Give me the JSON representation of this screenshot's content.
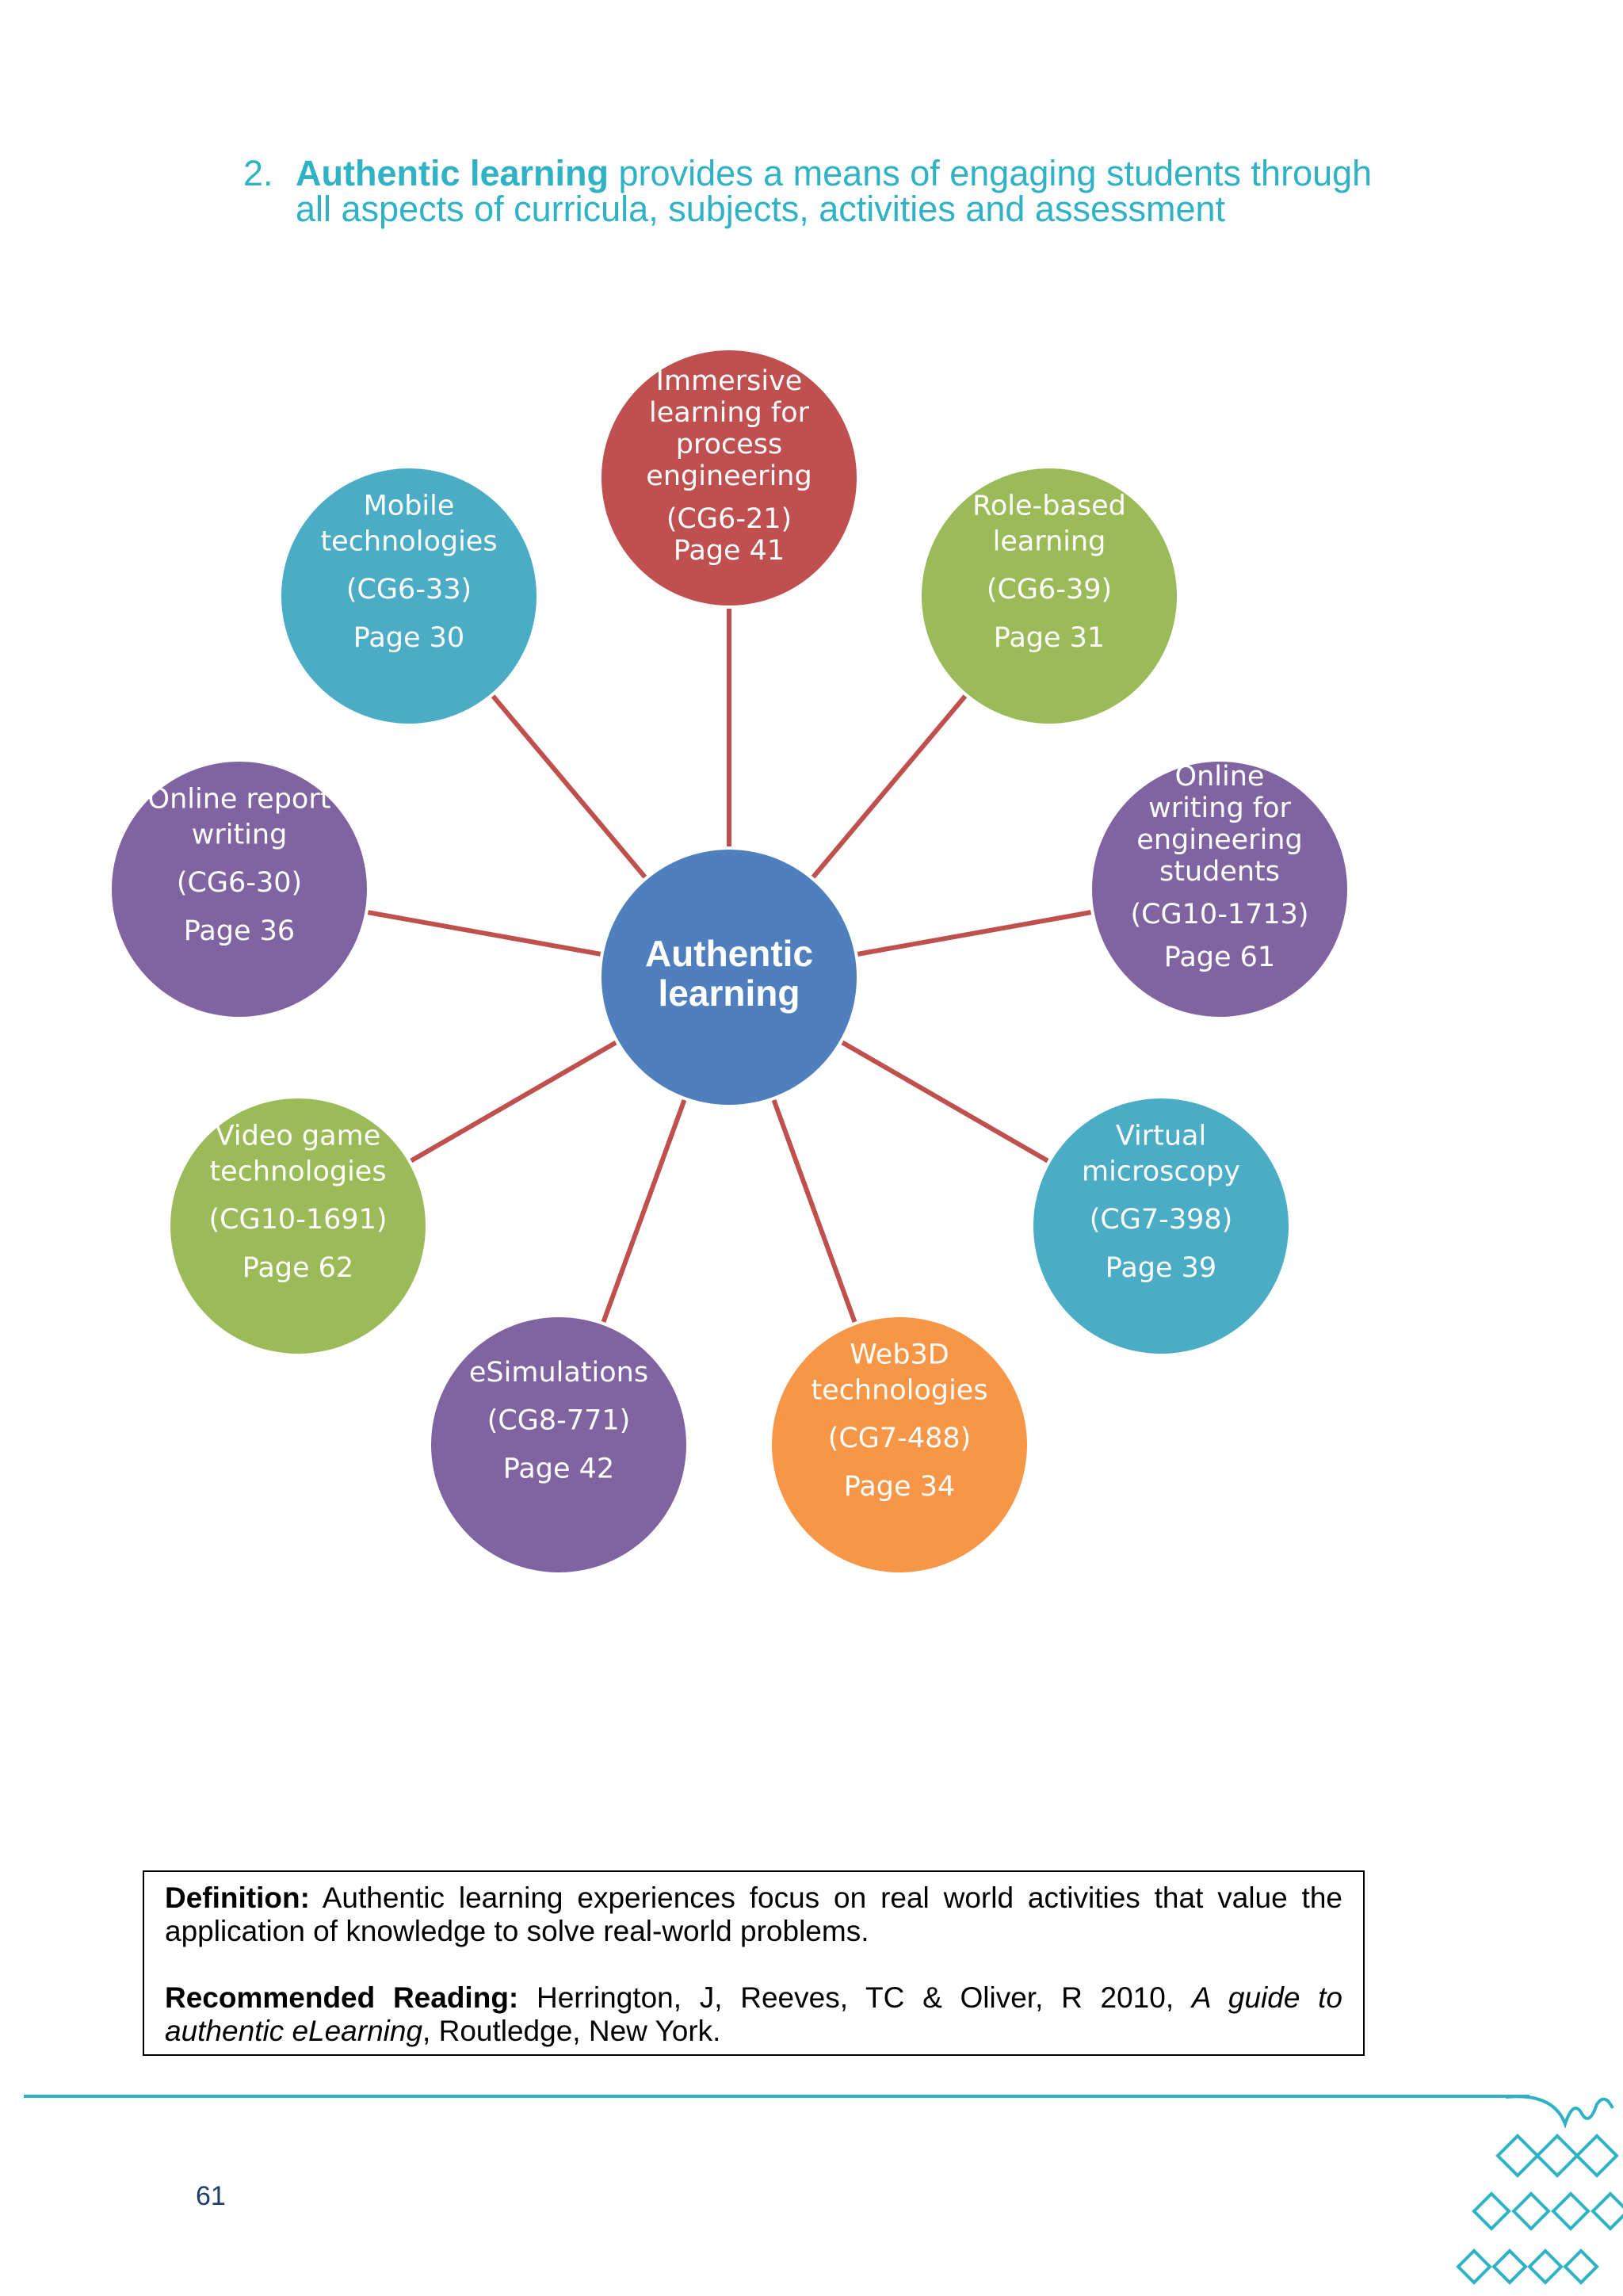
{
  "heading": {
    "number": "2.",
    "bold": "Authentic learning",
    "line1_rest": " provides a means of engaging students through",
    "line2": "all aspects of curricula, subjects, activities and assessment"
  },
  "diagram": {
    "center": {
      "lines": [
        "Authentic",
        "learning"
      ],
      "color": "#4f7fbf"
    },
    "nodes": [
      {
        "lines": [
          "Immersive",
          "learning for",
          "process",
          "engineering",
          "",
          "(CG6-21)",
          "Page 41"
        ],
        "color": "#c04f4f"
      },
      {
        "lines": [
          "Role-based",
          "learning",
          "",
          "(CG6-39)",
          "",
          "Page 31"
        ],
        "color": "#9bbb59"
      },
      {
        "lines": [
          "Online",
          "writing for",
          "engineering",
          "students",
          "",
          "(CG10-1713)",
          "",
          "Page 61"
        ],
        "color": "#8064a2"
      },
      {
        "lines": [
          "Virtual",
          "microscopy",
          "",
          "(CG7-398)",
          "",
          "Page 39"
        ],
        "color": "#4bacc6"
      },
      {
        "lines": [
          "Web3D",
          "technologies",
          "",
          "(CG7-488)",
          "",
          "Page 34"
        ],
        "color": "#f79646"
      },
      {
        "lines": [
          "eSimulations",
          "",
          "(CG8-771)",
          "",
          "Page 42"
        ],
        "color": "#8064a2"
      },
      {
        "lines": [
          "Video game",
          "technologies",
          "",
          "(CG10-1691)",
          "",
          "Page 62"
        ],
        "color": "#9bbb59"
      },
      {
        "lines": [
          "Online report",
          "writing",
          "",
          "(CG6-30)",
          "",
          "Page 36"
        ],
        "color": "#8064a2"
      },
      {
        "lines": [
          "Mobile",
          "technologies",
          "",
          "(CG6-33)",
          "",
          "Page 30"
        ],
        "color": "#4bacc6"
      }
    ],
    "connector_color": "#c0504d"
  },
  "definition": {
    "label": "Definition:",
    "text": " Authentic learning experiences focus on real world activities that value the application of knowledge to solve real-world problems."
  },
  "reading": {
    "label": "Recommended Reading:",
    "text_before": " Herrington, J, Reeves, TC & Oliver, R 2010, ",
    "title": "A guide to authentic eLearning",
    "text_after": ", Routledge, New York."
  },
  "footer": {
    "page_number": "61",
    "accent_color": "#2fb2c5"
  }
}
